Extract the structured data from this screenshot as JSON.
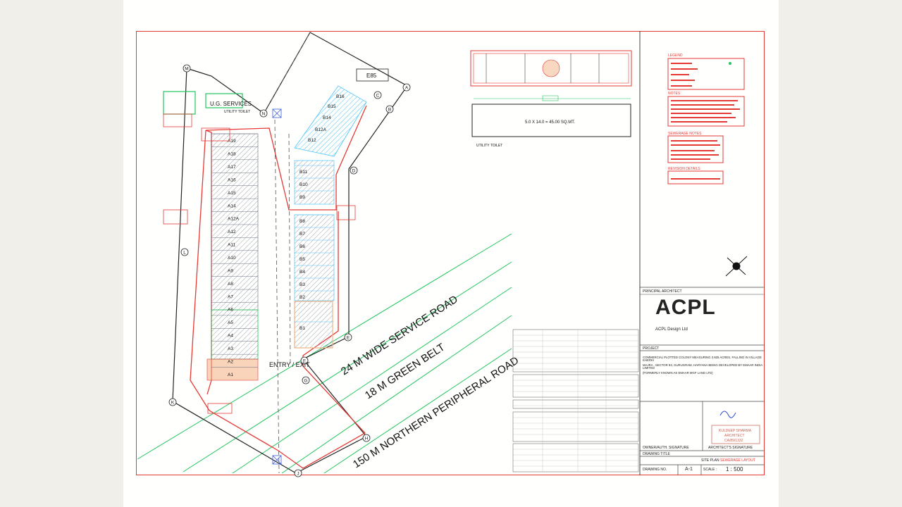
{
  "plot_labels": {
    "service_road": "24 M WIDE SERVICE ROAD",
    "green_belt": "18 M GREEN BELT",
    "peripheral_road": "150 M NORTHERN PERIPHERAL ROAD",
    "entry_exit": "ENTRY / EXIT",
    "us_services": "U.G. SERVICES",
    "utility_toilet_small": "UTILITY TOILET",
    "block_e85": "E85",
    "toilet_area": "5.0 X 14.0 = 45.00 SQ.MT.",
    "utility_toilet": "UTILITY TOILET"
  },
  "row_a": [
    "A19",
    "A18",
    "A17",
    "A16",
    "A15",
    "A14",
    "A12A",
    "A12",
    "A11",
    "A10",
    "A9",
    "A8",
    "A7",
    "A6",
    "A5",
    "A4",
    "A3",
    "A2",
    "A1"
  ],
  "row_b_upper": [
    "B16",
    "B15",
    "B14",
    "B12A",
    "B12"
  ],
  "row_b": [
    "B11",
    "B10",
    "B9",
    "B8",
    "B7",
    "B6",
    "B5",
    "B4",
    "B3",
    "B2",
    "B1"
  ],
  "points": [
    "A",
    "B",
    "C",
    "D",
    "E",
    "F",
    "G",
    "H",
    "J",
    "K",
    "L",
    "M",
    "N"
  ],
  "title_block": {
    "principal_architect": "PRINCIPAL ARCHITECT",
    "logo": "ACPL",
    "firm_name": "ACPL Design Ltd",
    "project_heading": "PROJECT",
    "project_line1": "COMMERCIAL PLOTTED COLONY MEASURING 3.925 ACRES, FALLING IN VILLAGE KHERKI",
    "project_line2": "MAJRA , SECTOR 93, GURUGRAM, HARYANA BEING DEVELOPED BY EMAAR INDIA LIMITED",
    "project_line3": "(FORMERLY KNOWN AS EMAAR MGF LAND LTD)",
    "owner_signature": "OWNER/AUTH. SIGNATURE",
    "architect_signature": "ARCHITECT'S SIGNATURE",
    "drawing_title_label": "DRAWING TITLE",
    "drawing_title_1": "SITE PLAN",
    "drawing_title_2": "SEWERAGE LAYOUT",
    "drawing_no_label": "DRAWING NO.",
    "drawing_no": "A-1",
    "scale_label": "SCALE :",
    "scale": "1 : 500",
    "stamp_line1": "KULDEEP SHARMA",
    "stamp_line2": "ARCHITECT",
    "stamp_line3": "CA/89/1332",
    "legend": "LEGEND",
    "notes": "NOTES",
    "sewerage_notes": "SEWERAGE NOTES",
    "revision_details": "REVISION DETAILS"
  },
  "colors": {
    "border": "#e53935",
    "plot_red": "#e53935",
    "hatch_blue": "#4fc3f7",
    "green": "#22c55e",
    "orange": "#f4b183"
  }
}
